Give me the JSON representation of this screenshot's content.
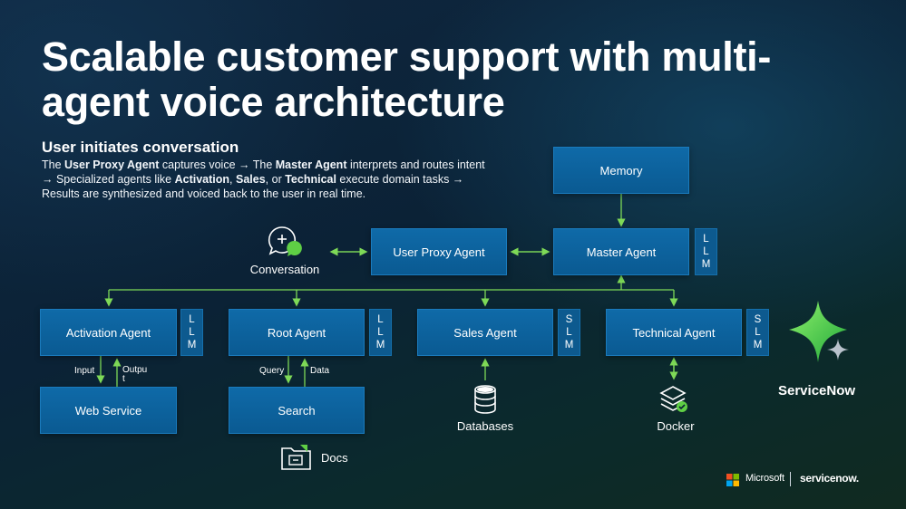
{
  "slide": {
    "title": "Scalable customer support with multi-agent voice architecture",
    "subtitle": "User initiates conversation",
    "description": [
      {
        "t": "The ",
        "b": false
      },
      {
        "t": "User Proxy Agent",
        "b": true
      },
      {
        "t": " captures voice → The ",
        "b": false
      },
      {
        "t": "Master Agent",
        "b": true
      },
      {
        "t": " interprets and routes intent → Specialized agents like ",
        "b": false
      },
      {
        "t": "Activation",
        "b": true
      },
      {
        "t": ", ",
        "b": false
      },
      {
        "t": "Sales",
        "b": true
      },
      {
        "t": ", or ",
        "b": false
      },
      {
        "t": "Technical",
        "b": true
      },
      {
        "t": " execute domain tasks → Results are synthesized and voiced back to the user in real time.",
        "b": false
      }
    ]
  },
  "diagram": {
    "memory": "Memory",
    "master_agent": "Master Agent",
    "user_proxy_agent": "User Proxy Agent",
    "conversation": "Conversation",
    "master_model": [
      "L",
      "L",
      "M"
    ],
    "agents": [
      {
        "name": "Activation Agent",
        "model": [
          "L",
          "L",
          "M"
        ]
      },
      {
        "name": "Root Agent",
        "model": [
          "L",
          "L",
          "M"
        ]
      },
      {
        "name": "Sales Agent",
        "model": [
          "S",
          "L",
          "M"
        ]
      },
      {
        "name": "Technical Agent",
        "model": [
          "S",
          "L",
          "M"
        ]
      }
    ],
    "web_service": "Web Service",
    "search": "Search",
    "input_label": "Input",
    "output_label": "Outpu\nt",
    "query_label": "Query",
    "data_label": "Data",
    "docs": "Docs",
    "databases": "Databases",
    "docker": "Docker",
    "servicenow_label": "ServiceNow"
  },
  "footer": {
    "microsoft": "Microsoft",
    "servicenow": "servicenow."
  },
  "colors": {
    "box": "#0f6aa8",
    "connector": "#7ed957",
    "star_green": "#4bd64f"
  }
}
